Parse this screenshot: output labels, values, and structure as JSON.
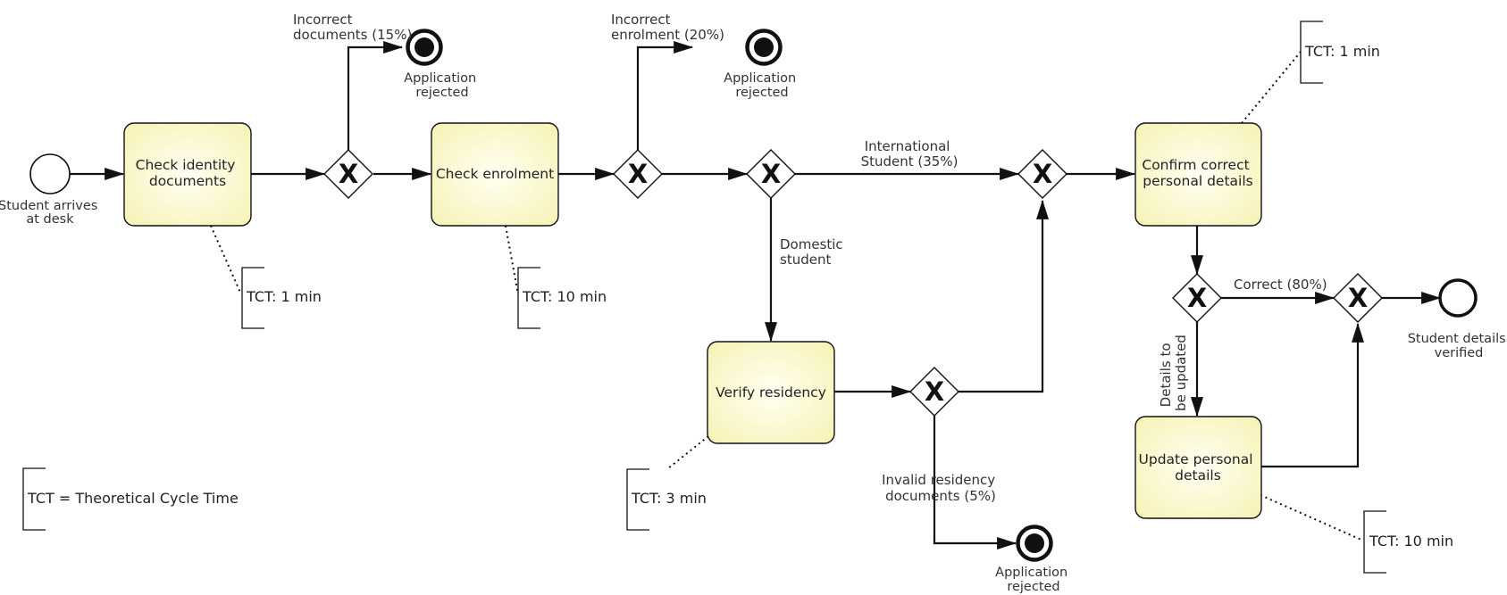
{
  "events": {
    "start_label": [
      "Student arrives",
      "at desk"
    ],
    "end_label": [
      "Student details",
      "verified"
    ],
    "rejected_label": [
      "Application",
      "rejected"
    ]
  },
  "tasks": {
    "check_identity": [
      "Check identity",
      "documents"
    ],
    "check_enrolment": [
      "Check enrolment"
    ],
    "verify_residency": [
      "Verify residency"
    ],
    "confirm_details": [
      "Confirm correct",
      "personal details"
    ],
    "update_details": [
      "Update personal",
      "details"
    ]
  },
  "flows": {
    "incorrect_documents": [
      "Incorrect",
      "documents (15%)"
    ],
    "incorrect_enrolment": [
      "Incorrect",
      "enrolment (20%)"
    ],
    "international": [
      "International",
      "Student (35%)"
    ],
    "domestic": [
      "Domestic",
      "student"
    ],
    "invalid_residency": [
      "Invalid residency",
      "documents (5%)"
    ],
    "correct": "Correct (80%)",
    "details_update": [
      "Details to",
      "be updated"
    ]
  },
  "annotations": {
    "tct_identity": "TCT: 1 min",
    "tct_enrolment": "TCT: 10 min",
    "tct_residency": "TCT: 3 min",
    "tct_confirm": "TCT: 1 min",
    "tct_update": "TCT: 10 min",
    "legend": "TCT = Theoretical Cycle Time"
  },
  "gateway_symbol": "X",
  "colors": {
    "task_fill_center": "#fffff0",
    "task_fill_edge": "#f7f4b8",
    "stroke": "#222222"
  }
}
